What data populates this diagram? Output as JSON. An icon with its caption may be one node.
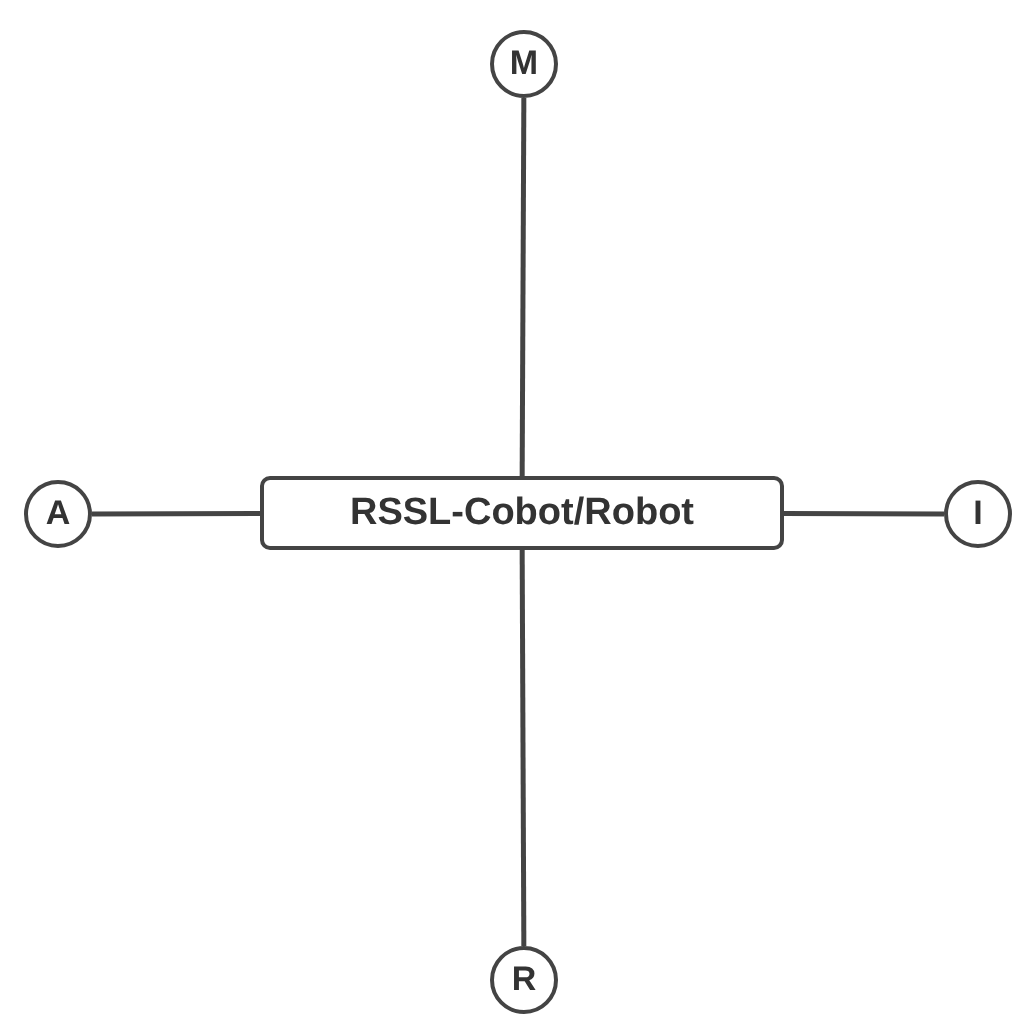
{
  "diagram": {
    "nodes": [
      {
        "text": [
          "M"
        ]
      },
      {
        "text": [
          "A"
        ]
      },
      {
        "text": [
          "RSSL-Cobot/Robot"
        ]
      },
      {
        "text": [
          "I"
        ]
      },
      {
        "text": [
          "R"
        ]
      }
    ],
    "edges": [
      {
        "from": 2,
        "to": 0,
        "arrow": "none"
      },
      {
        "from": 2,
        "to": 1,
        "arrow": "none"
      },
      {
        "from": 2,
        "to": 3,
        "arrow": "none"
      },
      {
        "from": 2,
        "to": 4,
        "arrow": "none"
      }
    ]
  }
}
